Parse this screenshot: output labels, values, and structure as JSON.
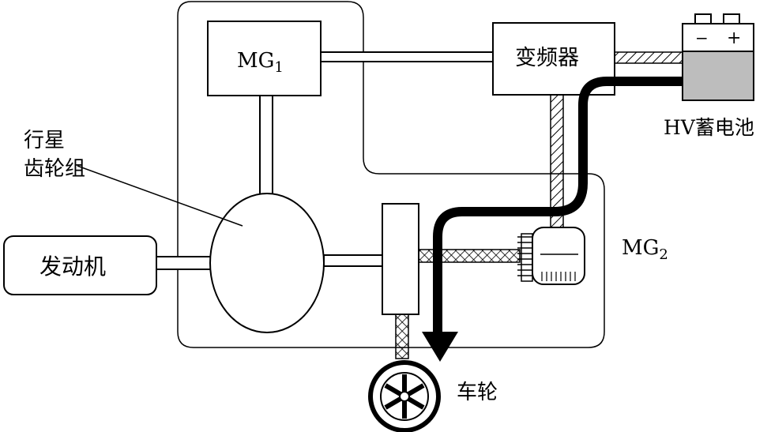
{
  "labels": {
    "mg1_main": "MG",
    "mg1_sub": "1",
    "inverter": "变频器",
    "battery": "HV蓄电池",
    "battery_minus": "−",
    "battery_plus": "+",
    "planetary_line1": "行星",
    "planetary_line2": "齿轮组",
    "engine": "发动机",
    "mg2_main": "MG",
    "mg2_sub": "2",
    "wheel": "车轮"
  },
  "colors": {
    "stroke": "#000000",
    "battery_fill": "#bdbdbd",
    "background": "#ffffff"
  }
}
